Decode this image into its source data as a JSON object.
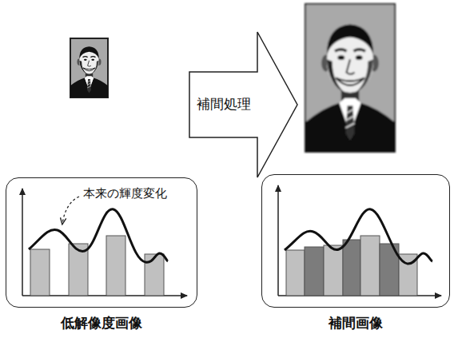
{
  "diagram": {
    "nodes": [
      {
        "text": [
          "補間処理"
        ]
      },
      {
        "text": [
          "低解像度画像"
        ]
      },
      {
        "text": [
          "補間画像"
        ]
      }
    ],
    "labels": [
      "本来の輝度変化"
    ]
  }
}
